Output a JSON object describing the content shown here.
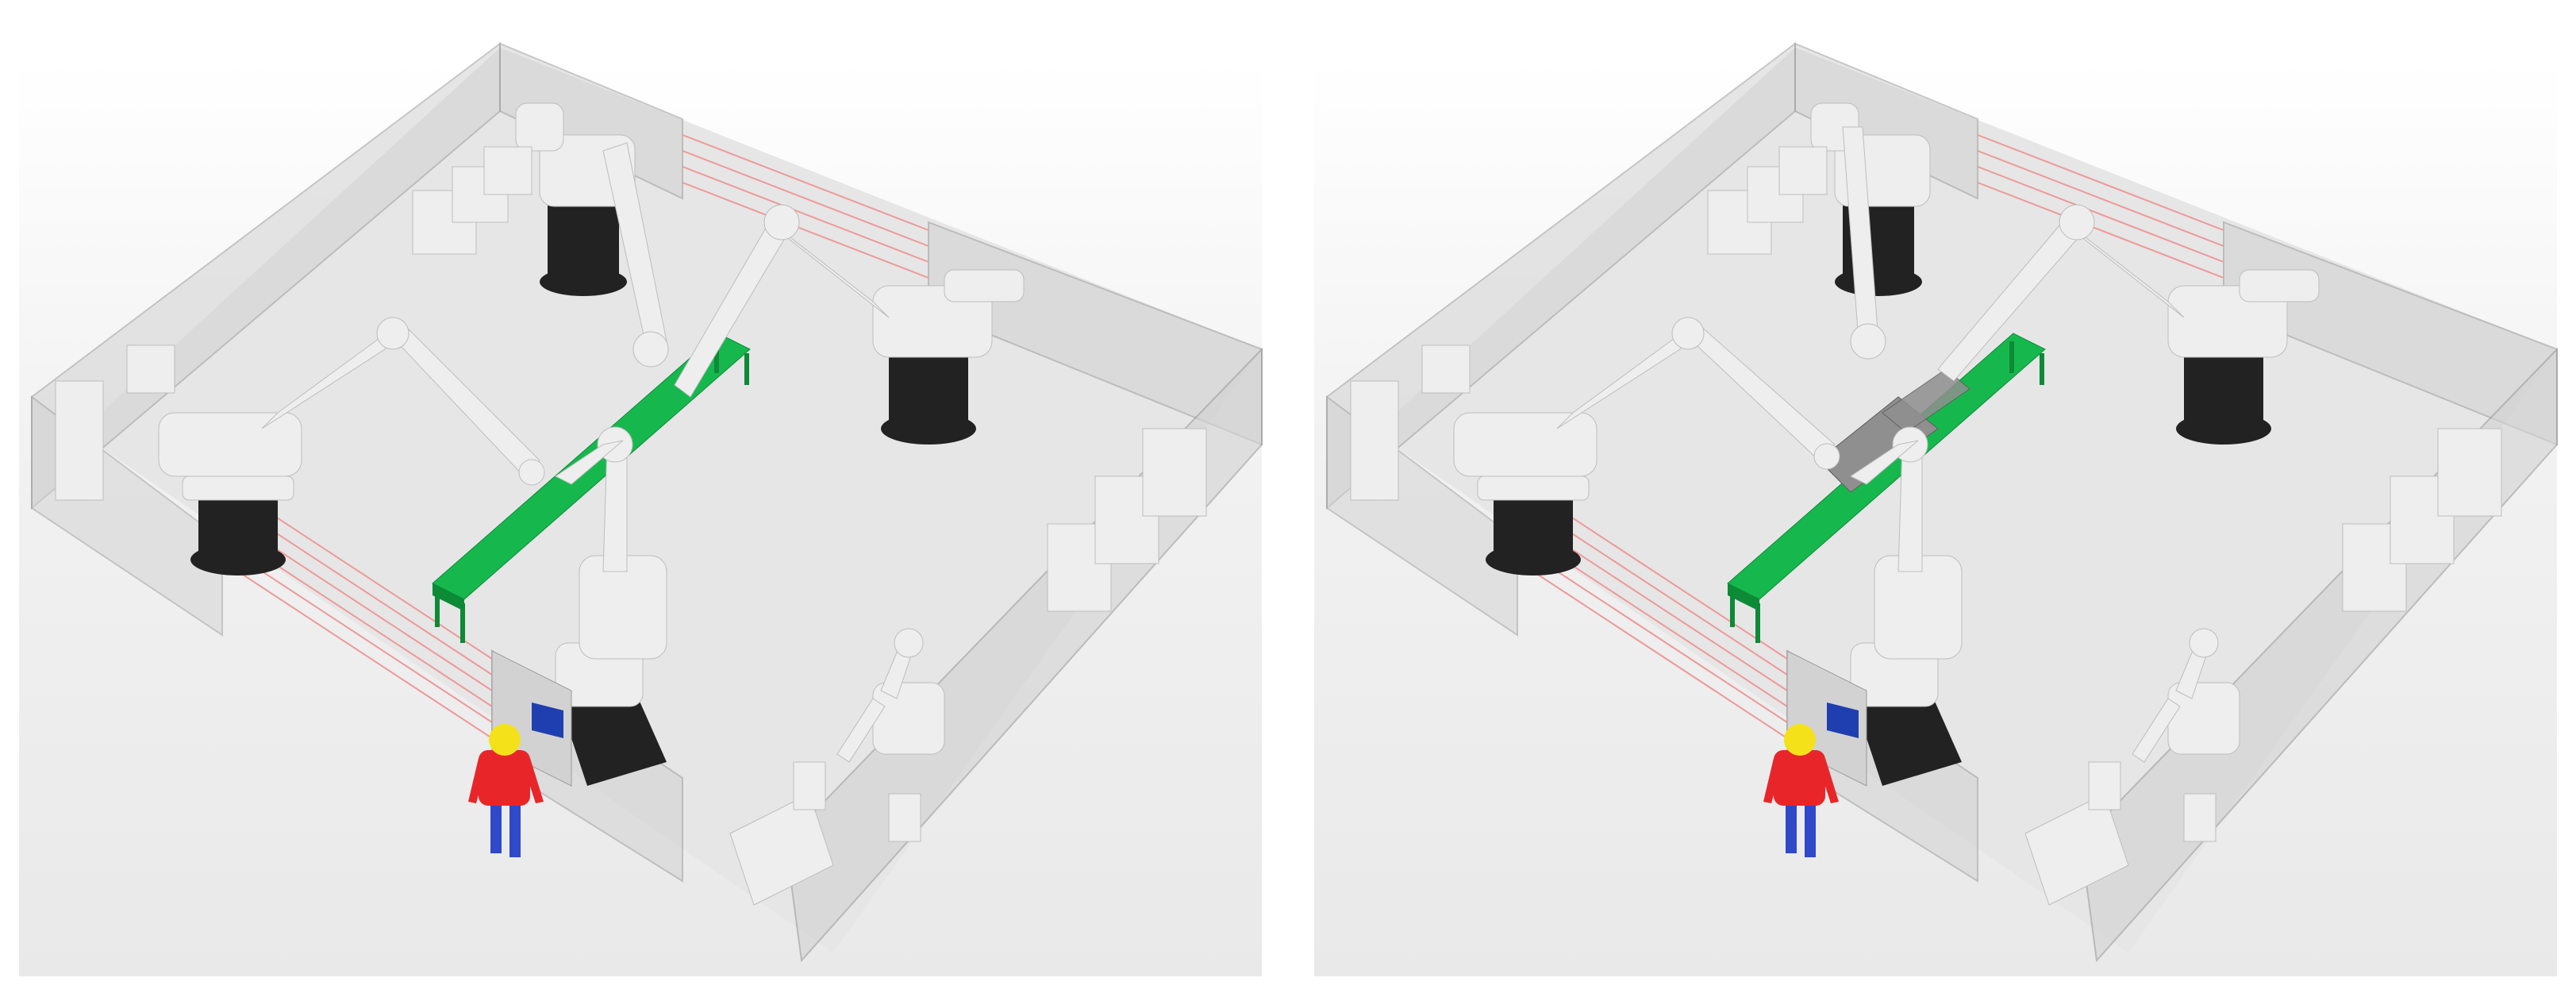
{
  "figure": {
    "panels": [
      {
        "id": "left",
        "scene": "robot-cell-3d",
        "conveyor_loaded": false
      },
      {
        "id": "right",
        "scene": "robot-cell-3d",
        "conveyor_loaded": true
      }
    ]
  },
  "colors": {
    "floor": "#e6e6e6",
    "wall": "#d2d2d2",
    "wall_edge": "#9a9a9a",
    "robot": "#eeeeee",
    "robot_shade": "#bdbdbd",
    "pedestal": "#222222",
    "conveyor": "#16b84e",
    "conveyor_dark": "#0c8a36",
    "light_curtain": "#ee9999",
    "person_shirt": "#e8262a",
    "person_head": "#f5e11a",
    "person_legs": "#2f49c8",
    "screen": "#1f3fb0",
    "parts": "#8f8f8f"
  }
}
